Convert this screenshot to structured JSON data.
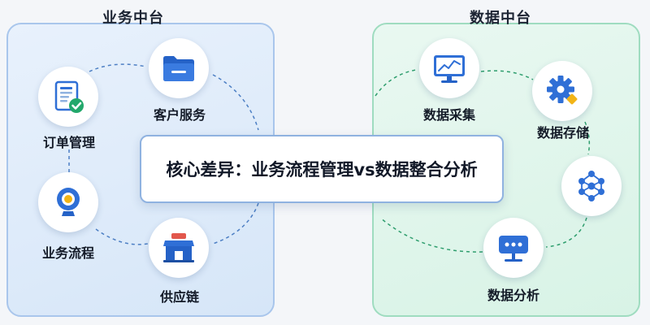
{
  "left_panel": {
    "title": "业务中台",
    "nodes": [
      {
        "label": "客户服务",
        "icon": "folder-icon"
      },
      {
        "label": "订单管理",
        "icon": "order-document-check-icon"
      },
      {
        "label": "业务流程",
        "icon": "webcam-icon"
      },
      {
        "label": "供应链",
        "icon": "store-icon"
      }
    ]
  },
  "right_panel": {
    "title": "数据中台",
    "nodes": [
      {
        "label": "数据采集",
        "icon": "monitor-chart-icon"
      },
      {
        "label": "数据存储",
        "icon": "gear-icon"
      },
      {
        "label": "",
        "icon": "network-graph-icon"
      },
      {
        "label": "数据分析",
        "icon": "dashboard-screen-icon"
      }
    ]
  },
  "center": {
    "text": "核心差异：业务流程管理vs数据整合分析"
  },
  "colors": {
    "blue_accent": "#2f6fd6",
    "green_accent": "#23a86b",
    "yellow_accent": "#f2b416"
  }
}
